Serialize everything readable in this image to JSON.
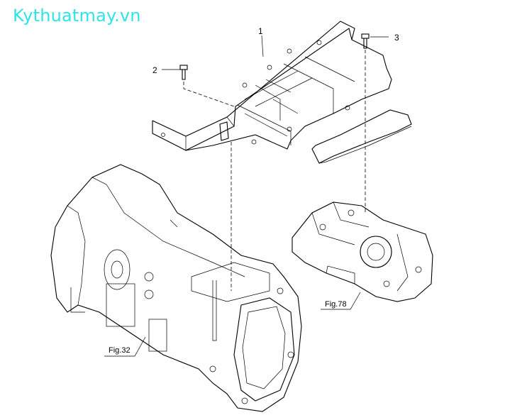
{
  "watermark": "Kythuatmay.vn",
  "callouts": {
    "part1": "1",
    "part2": "2",
    "part3": "3"
  },
  "figure_refs": {
    "left_housing": "Fig.32",
    "right_housing": "Fig.78"
  },
  "colors": {
    "watermark": "#2fe3e8",
    "line": "#000000"
  }
}
